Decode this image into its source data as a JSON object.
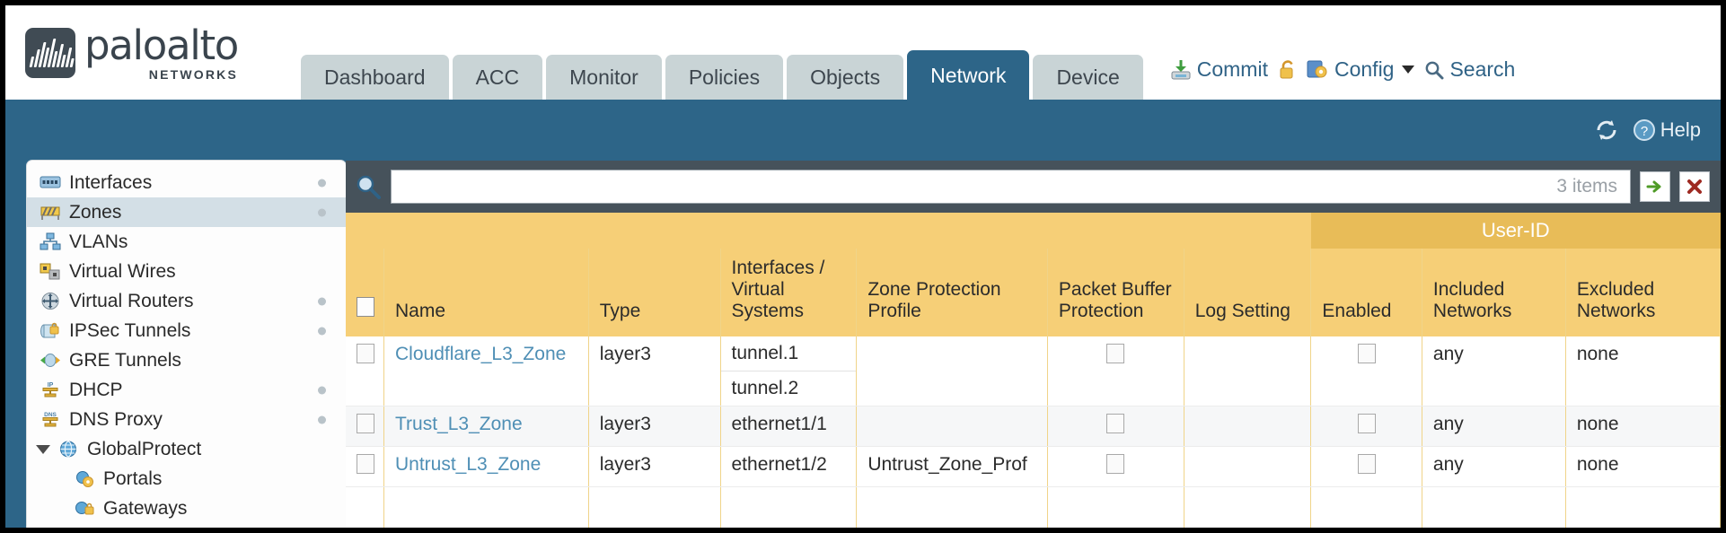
{
  "brand": {
    "name": "paloalto",
    "tagline": "NETWORKS",
    "registered": "®"
  },
  "tabs": [
    {
      "label": "Dashboard",
      "active": false
    },
    {
      "label": "ACC",
      "active": false
    },
    {
      "label": "Monitor",
      "active": false
    },
    {
      "label": "Policies",
      "active": false
    },
    {
      "label": "Objects",
      "active": false
    },
    {
      "label": "Network",
      "active": true
    },
    {
      "label": "Device",
      "active": false
    }
  ],
  "toolbar": {
    "commit_label": "Commit",
    "commit_icon": "commit-save-icon",
    "lock_icon": "unlocked-padlock-icon",
    "config_label": "Config",
    "config_icon": "config-key-icon",
    "search_label": "Search",
    "search_icon": "magnifier-icon"
  },
  "blueband": {
    "refresh_icon": "refresh-icon",
    "help_label": "Help",
    "help_icon": "question-circle-icon"
  },
  "sidebar": {
    "items": [
      {
        "label": "Interfaces",
        "icon": "interfaces-icon",
        "selected": false,
        "dot": true,
        "child": false,
        "expander": false
      },
      {
        "label": "Zones",
        "icon": "zones-icon",
        "selected": true,
        "dot": true,
        "child": false,
        "expander": false
      },
      {
        "label": "VLANs",
        "icon": "vlans-icon",
        "selected": false,
        "dot": false,
        "child": false,
        "expander": false
      },
      {
        "label": "Virtual Wires",
        "icon": "virtual-wires-icon",
        "selected": false,
        "dot": false,
        "child": false,
        "expander": false
      },
      {
        "label": "Virtual Routers",
        "icon": "virtual-routers-icon",
        "selected": false,
        "dot": true,
        "child": false,
        "expander": false
      },
      {
        "label": "IPSec Tunnels",
        "icon": "ipsec-tunnels-icon",
        "selected": false,
        "dot": true,
        "child": false,
        "expander": false
      },
      {
        "label": "GRE Tunnels",
        "icon": "gre-tunnels-icon",
        "selected": false,
        "dot": false,
        "child": false,
        "expander": false
      },
      {
        "label": "DHCP",
        "icon": "dhcp-icon",
        "selected": false,
        "dot": true,
        "child": false,
        "expander": false
      },
      {
        "label": "DNS Proxy",
        "icon": "dns-proxy-icon",
        "selected": false,
        "dot": true,
        "child": false,
        "expander": false
      },
      {
        "label": "GlobalProtect",
        "icon": "globalprotect-icon",
        "selected": false,
        "dot": false,
        "child": false,
        "expander": true
      },
      {
        "label": "Portals",
        "icon": "portals-icon",
        "selected": false,
        "dot": false,
        "child": true,
        "expander": false
      },
      {
        "label": "Gateways",
        "icon": "gateways-icon",
        "selected": false,
        "dot": false,
        "child": true,
        "expander": false
      }
    ]
  },
  "search": {
    "value": "",
    "placeholder": "",
    "items_count": "3 items",
    "apply_icon": "green-arrow-apply-icon",
    "clear_icon": "red-x-clear-icon",
    "magnifier_icon": "magnifier-icon"
  },
  "table": {
    "group_header": {
      "label": "User-ID",
      "span": 3
    },
    "columns": [
      "Name",
      "Type",
      "Interfaces / Virtual Systems",
      "Zone Protection Profile",
      "Packet Buffer Protection",
      "Log Setting",
      "Enabled",
      "Included Networks",
      "Excluded Networks"
    ],
    "rows": [
      {
        "selected": false,
        "name": "Cloudflare_L3_Zone",
        "type": "layer3",
        "interfaces": [
          "tunnel.1",
          "tunnel.2"
        ],
        "zone_protection_profile": "",
        "packet_buffer_protection": false,
        "log_setting": "",
        "userid_enabled": false,
        "included_networks": "any",
        "excluded_networks": "none"
      },
      {
        "selected": false,
        "name": "Trust_L3_Zone",
        "type": "layer3",
        "interfaces": [
          "ethernet1/1"
        ],
        "zone_protection_profile": "",
        "packet_buffer_protection": false,
        "log_setting": "",
        "userid_enabled": false,
        "included_networks": "any",
        "excluded_networks": "none"
      },
      {
        "selected": false,
        "name": "Untrust_L3_Zone",
        "type": "layer3",
        "interfaces": [
          "ethernet1/2"
        ],
        "zone_protection_profile": "Untrust_Zone_Prof",
        "packet_buffer_protection": false,
        "log_setting": "",
        "userid_enabled": false,
        "included_networks": "any",
        "excluded_networks": "none"
      }
    ]
  },
  "colors": {
    "brand_dark": "#3a444d",
    "nav_blue": "#2d6588",
    "tab_inactive": "#c9d4d6",
    "table_header_gold": "#f6cf77",
    "table_group_gold": "#e8bc58",
    "link_blue": "#4f8fb5",
    "content_frame": "#46525b"
  }
}
